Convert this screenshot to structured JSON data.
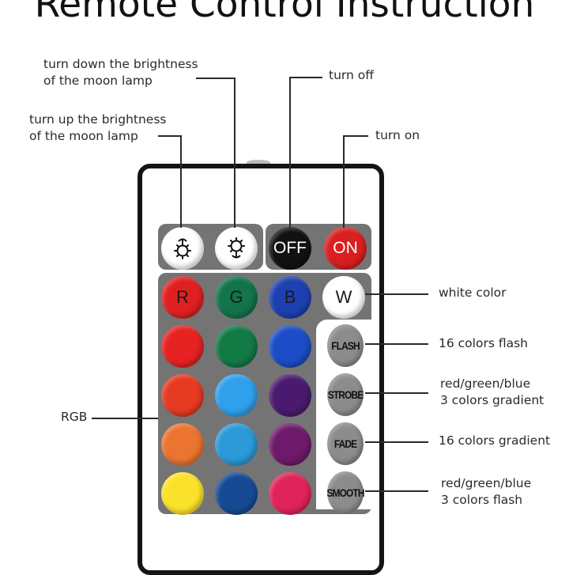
{
  "title": "Remote Control Instruction",
  "annotations": {
    "brightness_down": [
      "turn down the brightness",
      "of the moon lamp"
    ],
    "brightness_up": [
      "turn up the brightness",
      "of the moon lamp"
    ],
    "turn_off": "turn off",
    "turn_on": "turn on",
    "white": "white color",
    "flash": "16 colors flash",
    "strobe": [
      "red/green/blue",
      "3 colors gradient"
    ],
    "fade": "16 colors gradient",
    "smooth": [
      "red/green/blue",
      "3 colors flash"
    ],
    "rgb": "RGB"
  },
  "remote": {
    "top_row": [
      {
        "name": "brightness-up",
        "icon": "sun-up-icon",
        "color": "#ffffff"
      },
      {
        "name": "brightness-down",
        "icon": "sun-down-icon",
        "color": "#ffffff"
      },
      {
        "name": "off",
        "label": "OFF",
        "color": "#111111"
      },
      {
        "name": "on",
        "label": "ON",
        "color": "#d91f1f"
      }
    ],
    "color_rows": [
      [
        {
          "label": "R",
          "color": "#e02020"
        },
        {
          "label": "G",
          "color": "#12744a"
        },
        {
          "label": "B",
          "color": "#1e40b0"
        },
        {
          "label": "W",
          "color": "#ffffff"
        }
      ],
      [
        {
          "label": "",
          "color": "#e62222"
        },
        {
          "label": "",
          "color": "#127a45"
        },
        {
          "label": "",
          "color": "#1c4cc6"
        }
      ],
      [
        {
          "label": "",
          "color": "#e63a22"
        },
        {
          "label": "",
          "color": "#2ea0ec"
        },
        {
          "label": "",
          "color": "#4a1a6e"
        }
      ],
      [
        {
          "label": "",
          "color": "#ea7430"
        },
        {
          "label": "",
          "color": "#2a9ad8"
        },
        {
          "label": "",
          "color": "#6e1a6a"
        }
      ],
      [
        {
          "label": "",
          "color": "#fbe22a"
        },
        {
          "label": "",
          "color": "#164a94"
        },
        {
          "label": "",
          "color": "#e0245a"
        }
      ]
    ],
    "function_buttons": [
      "FLASH",
      "STROBE",
      "FADE",
      "SMOOTH"
    ]
  }
}
